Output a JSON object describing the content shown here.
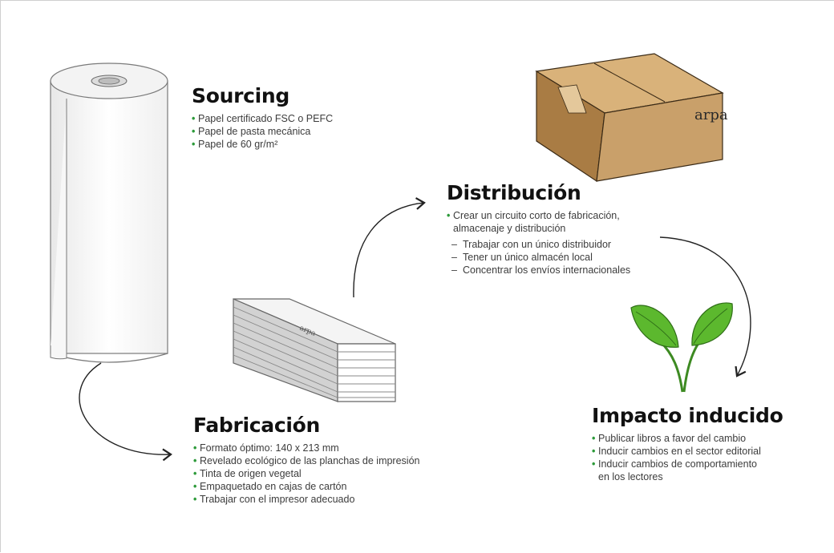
{
  "brand": "arpa",
  "sections": {
    "sourcing": {
      "title": "Sourcing",
      "items": [
        "Papel certificado FSC o PEFC",
        "Papel de pasta mecánica",
        "Papel de 60 gr/m²"
      ]
    },
    "distribucion": {
      "title": "Distribución",
      "items": [
        "Crear un circuito corto de fabricación,",
        "almacenaje y distribución"
      ],
      "subitems": [
        "Trabajar con un único distribuidor",
        "Tener un único almacén local",
        "Concentrar los envíos internacionales"
      ]
    },
    "fabricacion": {
      "title": "Fabricación",
      "items": [
        "Formato óptimo: 140 x 213 mm",
        "Revelado ecológico de las planchas de impresión",
        "Tinta de origen vegetal",
        "Empaquetado en cajas de cartón",
        "Trabajar con el impresor adecuado"
      ]
    },
    "impacto": {
      "title": "Impacto inducido",
      "items": [
        "Publicar libros a favor del cambio",
        "Inducir cambios en el sector editorial",
        "Inducir cambios de comportamiento",
        "en los lectores"
      ]
    }
  },
  "colors": {
    "bullet": "#2d9a3a",
    "leaf": "#5cb82e",
    "cardboard": "#c9a06a"
  },
  "icons": [
    "paper-roll-icon",
    "cardboard-box-icon",
    "paper-stack-icon",
    "sprout-icon",
    "curved-arrow-icon"
  ]
}
